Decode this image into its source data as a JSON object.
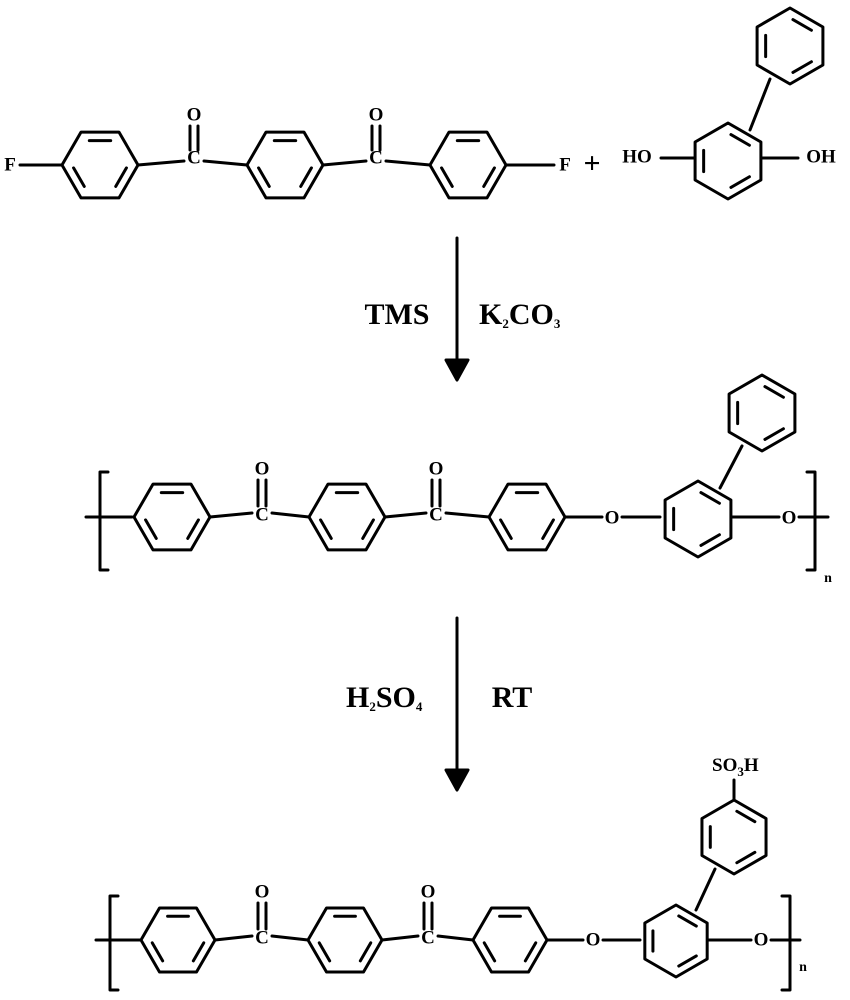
{
  "scheme": {
    "monomer_a": {
      "fluorine_left": "F",
      "fluorine_right": "F",
      "carbonyl_1_o": "O",
      "carbonyl_1_c": "C",
      "carbonyl_2_o": "O",
      "carbonyl_2_c": "C"
    },
    "plus_sign": "+",
    "monomer_b": {
      "hydroxyl_left": "HO",
      "hydroxyl_right": "OH"
    },
    "step1": {
      "solvent": "TMS",
      "base": {
        "prefix": "K",
        "sub1": "2",
        "mid": "CO",
        "sub2": "3"
      }
    },
    "polymer1": {
      "carbonyl_1_o": "O",
      "carbonyl_1_c": "C",
      "carbonyl_2_o": "O",
      "carbonyl_2_c": "C",
      "ether_1": "O",
      "ether_2": "O",
      "repeat": "n"
    },
    "step2": {
      "acid": {
        "prefix": "H",
        "sub1": "2",
        "mid": "SO",
        "sub2": "4"
      },
      "condition": "RT"
    },
    "polymer2": {
      "carbonyl_1_o": "O",
      "carbonyl_1_c": "C",
      "carbonyl_2_o": "O",
      "carbonyl_2_c": "C",
      "ether_1": "O",
      "ether_2": "O",
      "sulfonic": {
        "prefix": "SO",
        "sub": "3",
        "suffix": "H"
      },
      "repeat": "n"
    }
  }
}
